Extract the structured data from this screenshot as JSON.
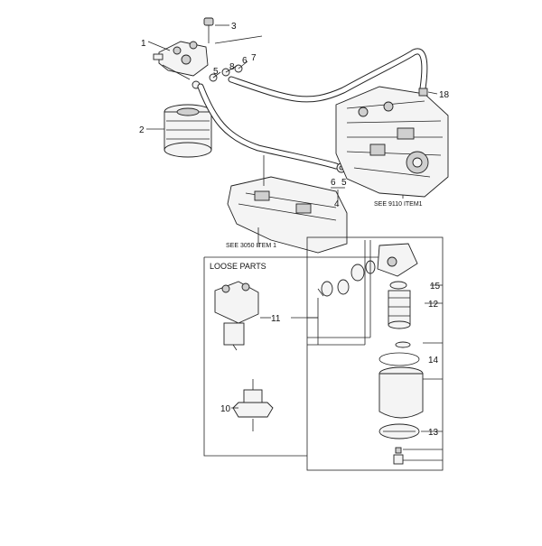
{
  "callouts": {
    "c1": "1",
    "c2": "2",
    "c3": "3",
    "c4": "4",
    "c5": "5",
    "c5b": "5",
    "c6": "6",
    "c6b": "6",
    "c7": "7",
    "c8": "8",
    "c10": "10",
    "c11": "11",
    "c12": "12",
    "c13": "13",
    "c14": "14",
    "c15": "15",
    "c18": "18"
  },
  "notes": {
    "see_pump": "SEE 9110 ITEM1",
    "see_frame": "SEE 3050 ITEM 1"
  },
  "box": {
    "title": "LOOSE PARTS"
  }
}
